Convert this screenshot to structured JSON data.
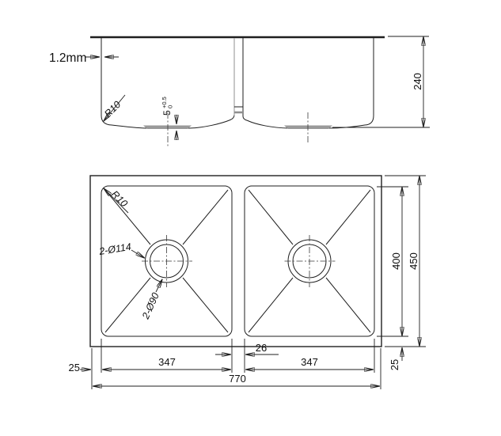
{
  "top_view": {
    "thickness": "1.2mm",
    "radius": "R10",
    "depth": "240",
    "drain_boss": {
      "value": "5",
      "tol_plus": "+0.5",
      "tol_minus": "0"
    }
  },
  "plan_view": {
    "radius": "R10",
    "drain_outer": "2-Ø114",
    "drain_inner": "2-Ø90",
    "bowl_width_left": "347",
    "bowl_width_right": "347",
    "divider": "26",
    "overall_width": "770",
    "margin_left": "25",
    "margin_bottom": "25",
    "bowl_length": "400",
    "overall_length": "450"
  }
}
